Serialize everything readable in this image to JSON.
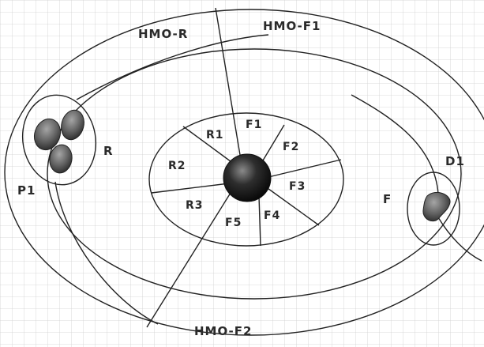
{
  "labels": {
    "hmo_r": "HMO-R",
    "hmo_f1": "HMO-F1",
    "hmo_f2": "HMO-F2",
    "r": "R",
    "p1": "P1",
    "f": "F",
    "d1": "D1",
    "sector_r1": "R1",
    "sector_f1": "F1",
    "sector_f2": "F2",
    "sector_r2": "R2",
    "sector_f3": "F3",
    "sector_r3": "R3",
    "sector_f4": "F4",
    "sector_f5": "F5"
  },
  "colors": {
    "background": "#ffffff",
    "grid": "#cfcfcf",
    "line": "#222222",
    "blob_fill": "#6e6e6e",
    "core_fill": "#1a1a1a"
  }
}
